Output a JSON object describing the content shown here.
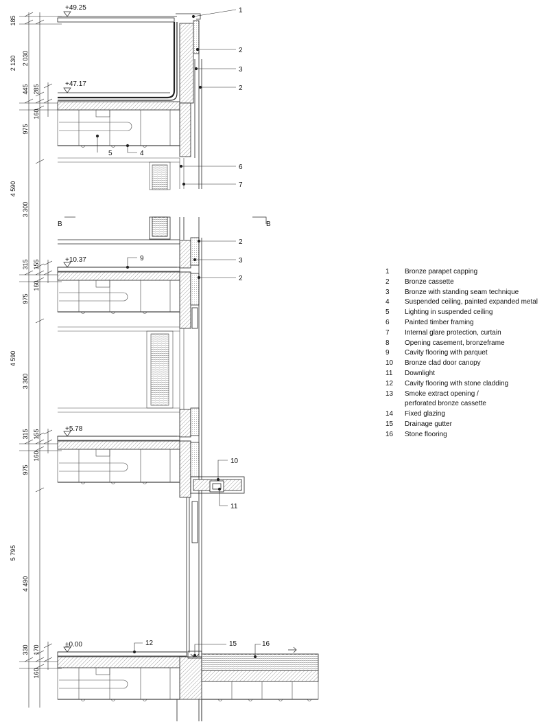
{
  "levels": [
    {
      "label": "+49.25"
    },
    {
      "label": "+47.17"
    },
    {
      "label": "+10.37"
    },
    {
      "label": "+5.78"
    },
    {
      "label": "±0.00"
    }
  ],
  "section_marker": "B",
  "dimensions_outer": [
    "185",
    "2 130",
    "4 590",
    "4 590",
    "5 795"
  ],
  "dimensions_inner": [
    "2 030",
    "445",
    "285",
    "160",
    "975",
    "3 300",
    "315",
    "155",
    "160",
    "975",
    "3 300",
    "315",
    "155",
    "160",
    "975",
    "4 490",
    "330",
    "170",
    "160"
  ],
  "callouts": [
    "1",
    "2",
    "3",
    "2",
    "5",
    "4",
    "6",
    "7",
    "2",
    "3",
    "9",
    "2",
    "10",
    "11",
    "15",
    "16",
    "12"
  ],
  "legend": [
    {
      "num": "1",
      "label": "Bronze parapet capping"
    },
    {
      "num": "2",
      "label": "Bronze cassette"
    },
    {
      "num": "3",
      "label": "Bronze with standing seam technique"
    },
    {
      "num": "4",
      "label": "Suspended ceiling, painted expanded metal"
    },
    {
      "num": "5",
      "label": "Lighting in suspended ceiling"
    },
    {
      "num": "6",
      "label": "Painted timber framing"
    },
    {
      "num": "7",
      "label": "Internal glare protection, curtain"
    },
    {
      "num": "8",
      "label": "Opening casement, bronzeframe"
    },
    {
      "num": "9",
      "label": "Cavity flooring with parquet"
    },
    {
      "num": "10",
      "label": "Bronze clad door canopy"
    },
    {
      "num": "11",
      "label": "Downlight"
    },
    {
      "num": "12",
      "label": "Cavity flooring with stone cladding"
    },
    {
      "num": "13",
      "label": "Smoke extract opening  /"
    },
    {
      "num": "",
      "label": "perforated bronze cassette"
    },
    {
      "num": "14",
      "label": "Fixed glazing"
    },
    {
      "num": "15",
      "label": "Drainage gutter"
    },
    {
      "num": "16",
      "label": "Stone flooring"
    }
  ]
}
